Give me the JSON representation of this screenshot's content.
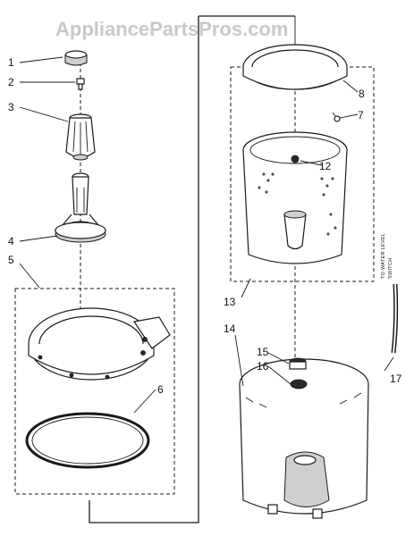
{
  "watermark": "AppliancePartsPros.com",
  "callouts": [
    "1",
    "2",
    "3",
    "4",
    "5",
    "6",
    "7",
    "8",
    "12",
    "13",
    "14",
    "15",
    "16",
    "17"
  ],
  "note_line1": "TO WATER LEVEL",
  "note_line2": "SWITCH",
  "colors": {
    "ink": "#1a1a1a",
    "background": "#ffffff",
    "watermark": "#c8c8c8"
  }
}
